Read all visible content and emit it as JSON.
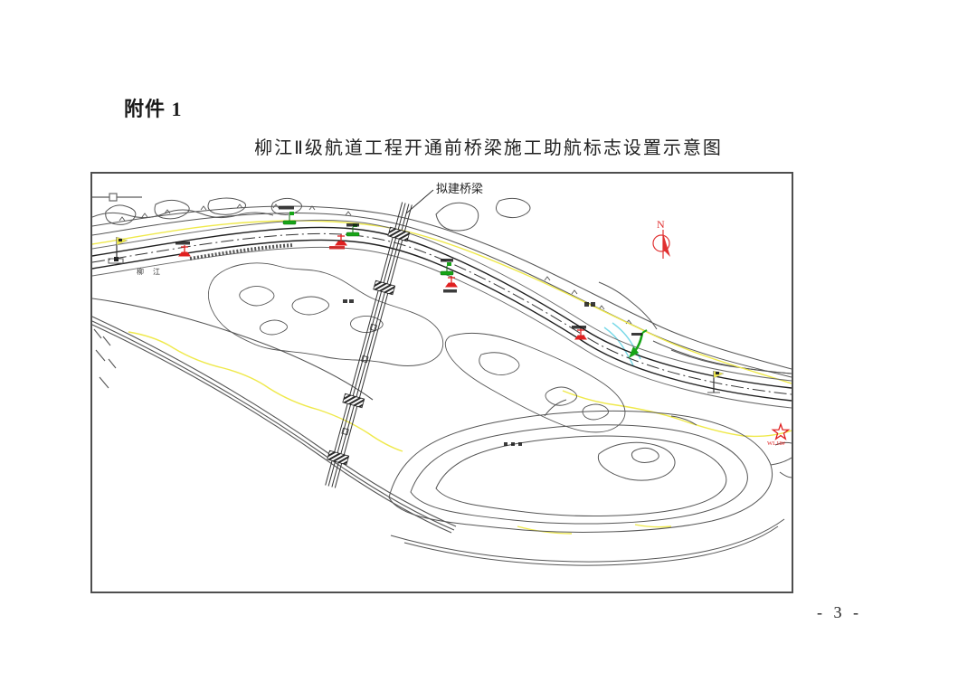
{
  "page": {
    "attachment_label": "附件 1",
    "title": "柳江Ⅱ级航道工程开通前桥梁施工助航标志设置示意图",
    "page_number": "- 3 -"
  },
  "map": {
    "labels": {
      "proposed_bridge": "拟建桥梁",
      "river_name": "柳 江",
      "north": "N",
      "station_mark": "WL18#"
    },
    "colors": {
      "contour_gray": "#555555",
      "channel_black": "#1f1f1f",
      "bank_yellow": "#efe94b",
      "stream_cyan": "#79d9e8",
      "aid_green": "#17a517",
      "aid_red": "#e02020",
      "north_arrow_red": "#e03030"
    },
    "navigation_aids": [
      {
        "type": "green-buoy",
        "count": 3
      },
      {
        "type": "red-beacon",
        "count": 4
      },
      {
        "type": "green-direction-arrow",
        "count": 1
      },
      {
        "type": "bank-flag",
        "count": 2
      },
      {
        "type": "red-star-mark",
        "count": 1
      }
    ]
  }
}
